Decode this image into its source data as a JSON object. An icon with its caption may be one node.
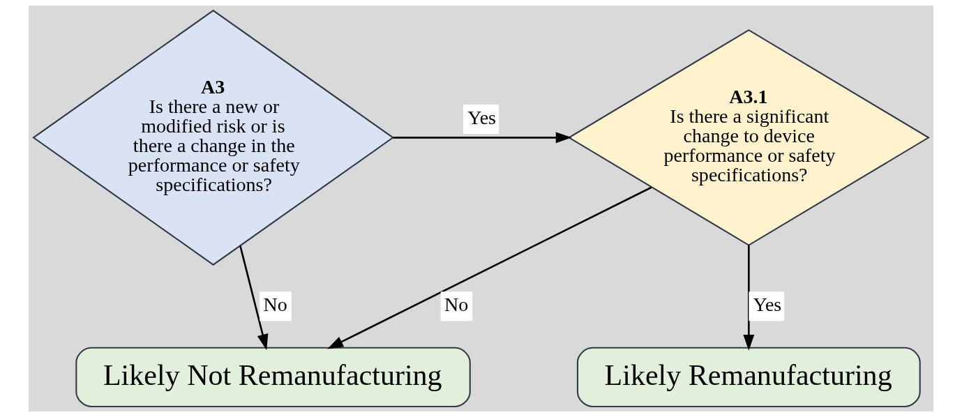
{
  "diagram": {
    "nodes": [
      {
        "text": [
          "A3",
          "Is there a new or modified risk or is there a change in the performance or safety specifications?"
        ]
      },
      {
        "text": [
          "A3.1",
          "Is there a significant change to device performance or safety specifications?"
        ]
      },
      {
        "text": [
          "Likely Not Remanufacturing"
        ]
      },
      {
        "text": [
          "Likely Remanufacturing"
        ]
      }
    ],
    "edges": [
      {
        "from": 0,
        "to": 1,
        "arrow": "to",
        "label": "Yes"
      },
      {
        "from": 0,
        "to": 2,
        "arrow": "to",
        "label": "No"
      },
      {
        "from": 1,
        "to": 2,
        "arrow": "to",
        "label": "No"
      },
      {
        "from": 1,
        "to": 3,
        "arrow": "to",
        "label": "Yes"
      }
    ]
  }
}
